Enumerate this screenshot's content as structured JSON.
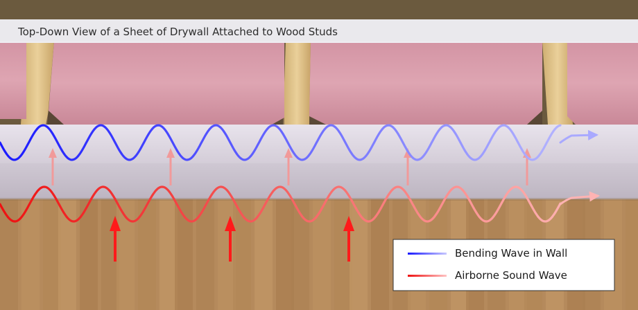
{
  "title": "Top-Down View of a Sheet of Drywall Attached to Wood Studs",
  "legend": {
    "items": [
      {
        "label": "Bending Wave in Wall",
        "color": "#1a1aff",
        "fade_color": "#b3b3ff"
      },
      {
        "label": "Airborne Sound Wave",
        "color": "#ee1111",
        "fade_color": "#ffb0b0"
      }
    ]
  },
  "colors": {
    "drywall": "#dcd6df",
    "insulation": "#d89aa8",
    "stud": "#e3c68f",
    "floor": "#b58a5c",
    "title_bar": "#ededf3",
    "transmission_arrow": "#f08a8a",
    "incident_arrow": "#ff1a1a"
  },
  "icons": {
    "wave_direction": "arrow-right",
    "transmission": "arrow-up"
  }
}
